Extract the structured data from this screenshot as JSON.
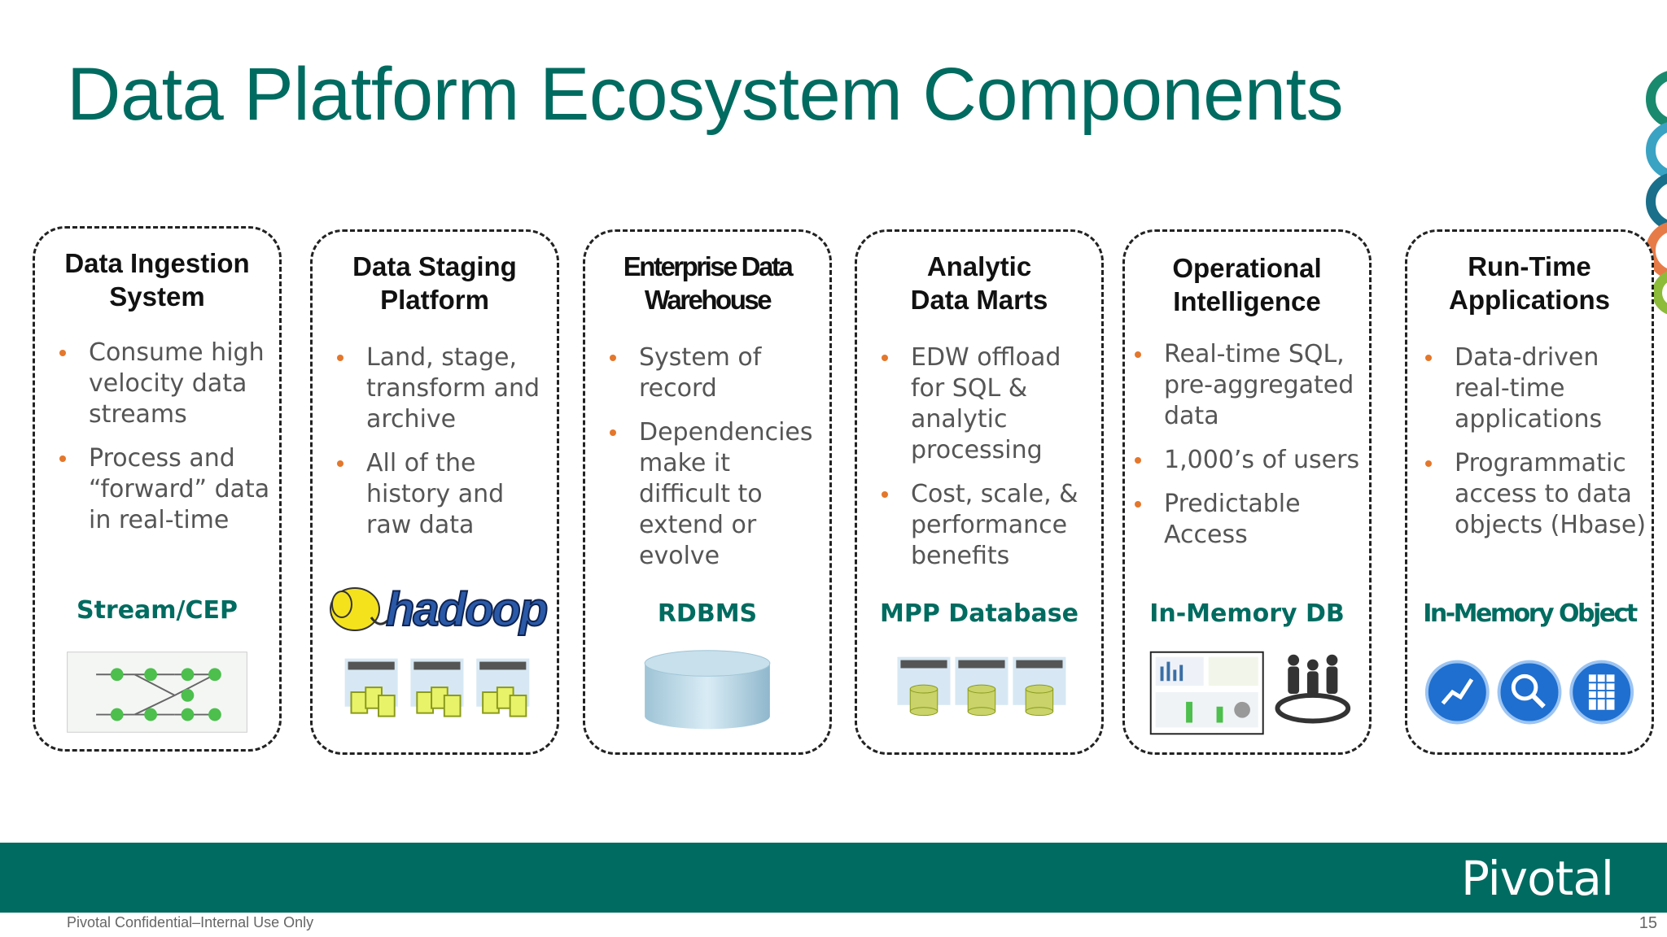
{
  "slide": {
    "title": "Data Platform Ecosystem Components",
    "footer_note": "Pivotal Confidential–Internal Use Only",
    "page_number": "15",
    "logo_text": "Pivotal"
  },
  "colors": {
    "title": "#006b60",
    "footer_band": "#006b60",
    "bullet_marker": "#e4772b",
    "technology_label": "#006b60"
  },
  "cards": [
    {
      "title_line1": "Data Ingestion",
      "title_line2": "System",
      "bullets": [
        "Consume high velocity data streams",
        "Process and “forward” data in real-time"
      ],
      "technology": "Stream/CEP",
      "illustration": "stream-flow-diagram-icon"
    },
    {
      "title_line1": "Data Staging",
      "title_line2": "Platform",
      "bullets": [
        "Land, stage, transform and archive",
        "All of the history and raw data"
      ],
      "technology": "hadoop",
      "illustration": "hadoop-cluster-icon"
    },
    {
      "title_line1": "Enterprise Data",
      "title_line2": "Warehouse",
      "bullets": [
        "System of record",
        "Dependencies make it difficult to extend or evolve"
      ],
      "technology": "RDBMS",
      "illustration": "database-cylinder-icon"
    },
    {
      "title_line1": "Analytic",
      "title_line2": "Data Marts",
      "bullets": [
        "EDW offload for SQL & analytic processing",
        "Cost, scale, & performance benefits"
      ],
      "technology": "MPP Database",
      "illustration": "mpp-nodes-icon"
    },
    {
      "title_line1": "Operational",
      "title_line2": "Intelligence",
      "bullets": [
        "Real-time SQL, pre-aggregated data",
        "1,000’s of users",
        "Predictable Access"
      ],
      "technology": "In-Memory DB",
      "illustration": "dashboard-users-icon"
    },
    {
      "title_line1": "Run-Time",
      "title_line2": "Applications",
      "bullets": [
        "Data-driven real-time applications",
        "Programmatic access to data objects (Hbase)"
      ],
      "technology": "In-Memory Object",
      "illustration": "app-icons"
    }
  ]
}
